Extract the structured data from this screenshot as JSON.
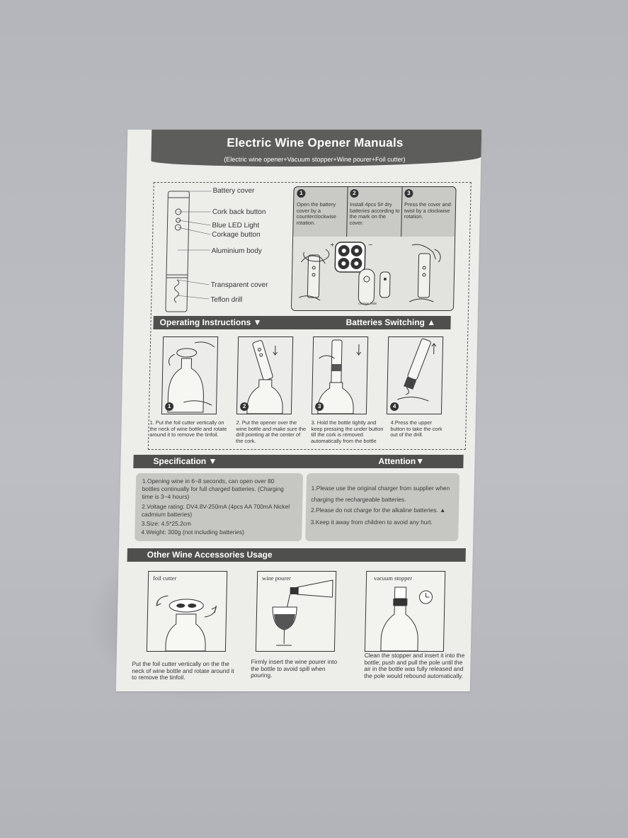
{
  "manual": {
    "title": "Electric Wine Opener Manuals",
    "subtitle": "(Electric wine opener+Vacuum stopper+Wine pourer+Foil cutter)"
  },
  "parts": {
    "labels": [
      "Battery cover",
      "Cork back button",
      "Blue LED Light",
      "Corkage button",
      "Aluminium  body",
      "Transparent cover",
      "Teflon drill"
    ]
  },
  "battery_steps": [
    {
      "num": "1",
      "text": "Open the battery cover by a counterclockwise rotation."
    },
    {
      "num": "2",
      "text": "Install 4pcs 5# dry batteries according to the mark on the cover."
    },
    {
      "num": "3",
      "text": "Press the cover and twist by a clockwise rotation."
    }
  ],
  "charge_hole_label": "charge hole",
  "operating": {
    "label": "Operating Instructions ▼",
    "batteries_label": "Batteries Switching ▲",
    "steps": [
      {
        "num": "1",
        "text": "1. Put the foil cutter vertically on the neck of wine bottle and rotate around it to remove the tinfoil."
      },
      {
        "num": "2",
        "text": "2. Put the opener over the wine bottle and make sure the drill pointing at the center of the cork."
      },
      {
        "num": "3",
        "text": "3. Hold the bottle tightly and keep pressing the under button till the cork is removed automatically from the bottle"
      },
      {
        "num": "4",
        "text": "4.Press the upper button to take the cork out of the drill."
      }
    ]
  },
  "specification": {
    "label": "Specification ▼",
    "lines": [
      "1.Opening wine in 6~8 seconds, can open over 80 bottles continually for full charged batteries. (Charging time is 3~4 hours)",
      "2.Voltage rating: DV4.8V-250mA (4pcs AA 700mA Nickel cadmium batteries)",
      "3.Size: 4.5*25.2cm",
      "4.Weight: 300g (not including batteries)"
    ]
  },
  "attention": {
    "label": "Attention▼",
    "lines": [
      "1.Please use the original charger from supplier when charging the rechargeable batteries.",
      "2.Please do not charge for the alkaline batteries. ▲",
      "3.Keep it away from children to avoid any hurt."
    ]
  },
  "accessories": {
    "label": "Other Wine Accessories Usage",
    "items": [
      {
        "name": "foil cutter",
        "text": "Put the foil cutter vertically on the the neck of wine bottle and rotate around it to remove the tinfoil."
      },
      {
        "name": "wine pourer",
        "text": "Firmly insert the wine pourer into the bottle to avoid spill when pouring."
      },
      {
        "name": "vacuum stopper",
        "text": "Clean the stopper and insert it into the bottle; push and pull the pole until the air in the bottle was fully released and the pole would rebound automatically."
      }
    ]
  },
  "colors": {
    "dark_band": "#4f504d",
    "panel": "#c6c6c2",
    "paper": "#ededea",
    "background": "#b8bac0"
  }
}
